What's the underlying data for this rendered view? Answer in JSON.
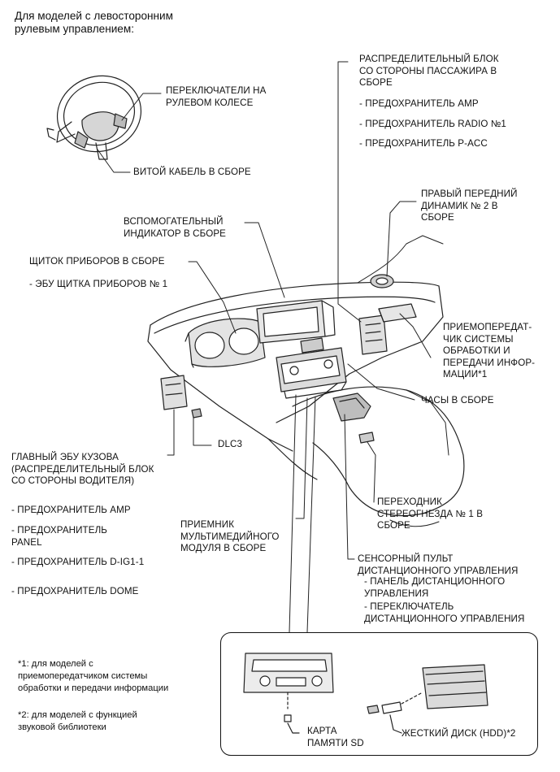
{
  "header": {
    "title": "Для моделей с левосторонним\nрулевым управлением:"
  },
  "labels": {
    "steering_pad_switch": "ПЕРЕКЛЮЧАТЕЛИ НА\nРУЛЕВОМ КОЛЕСЕ",
    "spiral_cable": "ВИТОЙ КАБЕЛЬ В СБОРЕ",
    "passenger_jb": "РАСПРЕДЕЛИТЕЛЬНЫЙ БЛОК\nСО СТОРОНЫ ПАССАЖИРА В\nСБОРЕ",
    "passenger_jb_fuse_amp": "- ПРЕДОХРАНИТЕЛЬ AMP",
    "passenger_jb_fuse_radio": "- ПРЕДОХРАНИТЕЛЬ RADIO №1",
    "passenger_jb_fuse_pacc": "- ПРЕДОХРАНИТЕЛЬ P-ACC",
    "front_speaker": "ПРАВЫЙ ПЕРЕДНИЙ\nДИНАМИК № 2 В\nСБОРЕ",
    "aux_indicator": "ВСПОМОГАТЕЛЬНЫЙ\nИНДИКАТОР В СБОРЕ",
    "combination_meter": "ЩИТОК ПРИБОРОВ В СБОРЕ",
    "combination_meter_ecu": "- ЭБУ ЩИТКА ПРИБОРОВ № 1",
    "transceiver": "ПРИЕМОПЕРЕДАТ-\nЧИК СИСТЕМЫ\nОБРАБОТКИ И\nПЕРЕДАЧИ ИНФОР-\nМАЦИИ*1",
    "clock": "ЧАСЫ В СБОРЕ",
    "dlc3": "DLC3",
    "main_body_ecu": "ГЛАВНЫЙ ЭБУ КУЗОВА\n(РАСПРЕДЕЛИТЕЛЬНЫЙ БЛОК\nСО СТОРОНЫ ВОДИТЕЛЯ)",
    "main_body_fuse_amp": "- ПРЕДОХРАНИТЕЛЬ AMP",
    "main_body_fuse_panel": "- ПРЕДОХРАНИТЕЛЬ\nPANEL",
    "main_body_fuse_dig": "- ПРЕДОХРАНИТЕЛЬ D-IG1-1",
    "main_body_fuse_dome": "- ПРЕДОХРАНИТЕЛЬ DOME",
    "stereo_jack": "ПЕРЕХОДНИК\nСТЕРЕОГНЕЗДА № 1 В\nСБОРЕ",
    "multimedia_receiver": "ПРИЕМНИК\nМУЛЬТИМЕДИЙНОГО\nМОДУЛЯ В СБОРЕ",
    "remote_touch": "СЕНСОРНЫЙ ПУЛЬТ\nДИСТАНЦИОННОГО УПРАВЛЕНИЯ",
    "remote_touch_panel": "- ПАНЕЛЬ ДИСТАНЦИОННОГО\nУПРАВЛЕНИЯ",
    "remote_touch_switch": "- ПЕРЕКЛЮЧАТЕЛЬ\nДИСТАНЦИОННОГО УПРАВЛЕНИЯ",
    "sd_card": "КАРТА\nПАМЯТИ SD",
    "hdd": "ЖЕСТКИЙ ДИСК (HDD)*2"
  },
  "notes": {
    "note1": "*1: для моделей с\nприемопередатчиком системы\nобработки и передачи информации",
    "note2": "*2: для моделей с функцией\nзвуковой библиотеки"
  }
}
